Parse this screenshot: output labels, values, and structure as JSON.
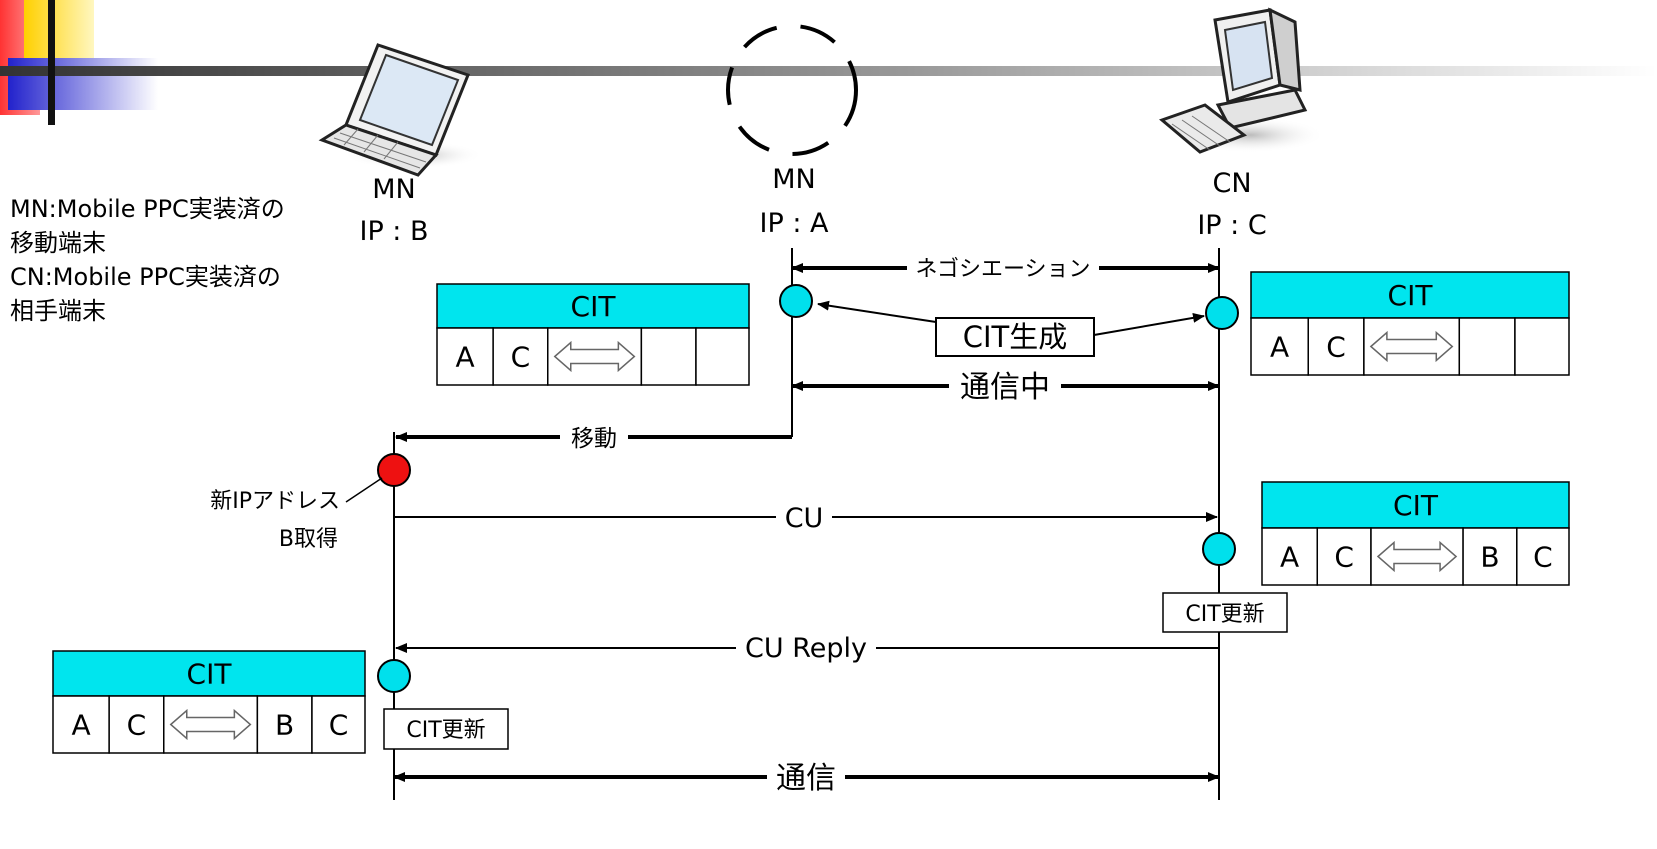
{
  "nodes": {
    "mn_new": {
      "name": "MN",
      "ip": "IP : B"
    },
    "mn_old": {
      "name": "MN",
      "ip": "IP : A"
    },
    "cn": {
      "name": "CN",
      "ip": "IP : C"
    }
  },
  "legend": {
    "mn_line1": "MN:Mobile PPC実装済の",
    "mn_line2": "移動端末",
    "cn_line1": "CN:Mobile PPC実装済の",
    "cn_line2": "相手端末"
  },
  "messages": {
    "negotiation": "ネゴシエーション",
    "cit_generate": "CIT生成",
    "communicating": "通信中",
    "move": "移動",
    "new_ip_line1": "新IPアドレス",
    "new_ip_line2": "B取得",
    "cu": "CU",
    "cit_update": "CIT更新",
    "cu_reply": "CU Reply",
    "communication": "通信"
  },
  "tables": {
    "mn_initial": {
      "title": "CIT",
      "cells": [
        "A",
        "C",
        "⟺",
        "",
        ""
      ]
    },
    "cn_initial": {
      "title": "CIT",
      "cells": [
        "A",
        "C",
        "⟺",
        "",
        ""
      ]
    },
    "cn_updated": {
      "title": "CIT",
      "cells": [
        "A",
        "C",
        "⟺",
        "B",
        "C"
      ]
    },
    "mn_updated": {
      "title": "CIT",
      "cells": [
        "A",
        "C",
        "⟺",
        "B",
        "C"
      ]
    }
  },
  "colors": {
    "table_header": "#00e5ee",
    "event_dot": "#00e0ec",
    "new_ip_dot": "#ee1111",
    "header_bar_red": "#ff4444",
    "header_bar_yellow": "#ffe040",
    "header_bar_blue": "#3333cc"
  },
  "icons": {
    "laptop": "laptop-icon",
    "moved_node": "dashed-circle-icon",
    "desktop": "desktop-computer-icon",
    "double_arrow": "double-headed-arrow-icon"
  }
}
